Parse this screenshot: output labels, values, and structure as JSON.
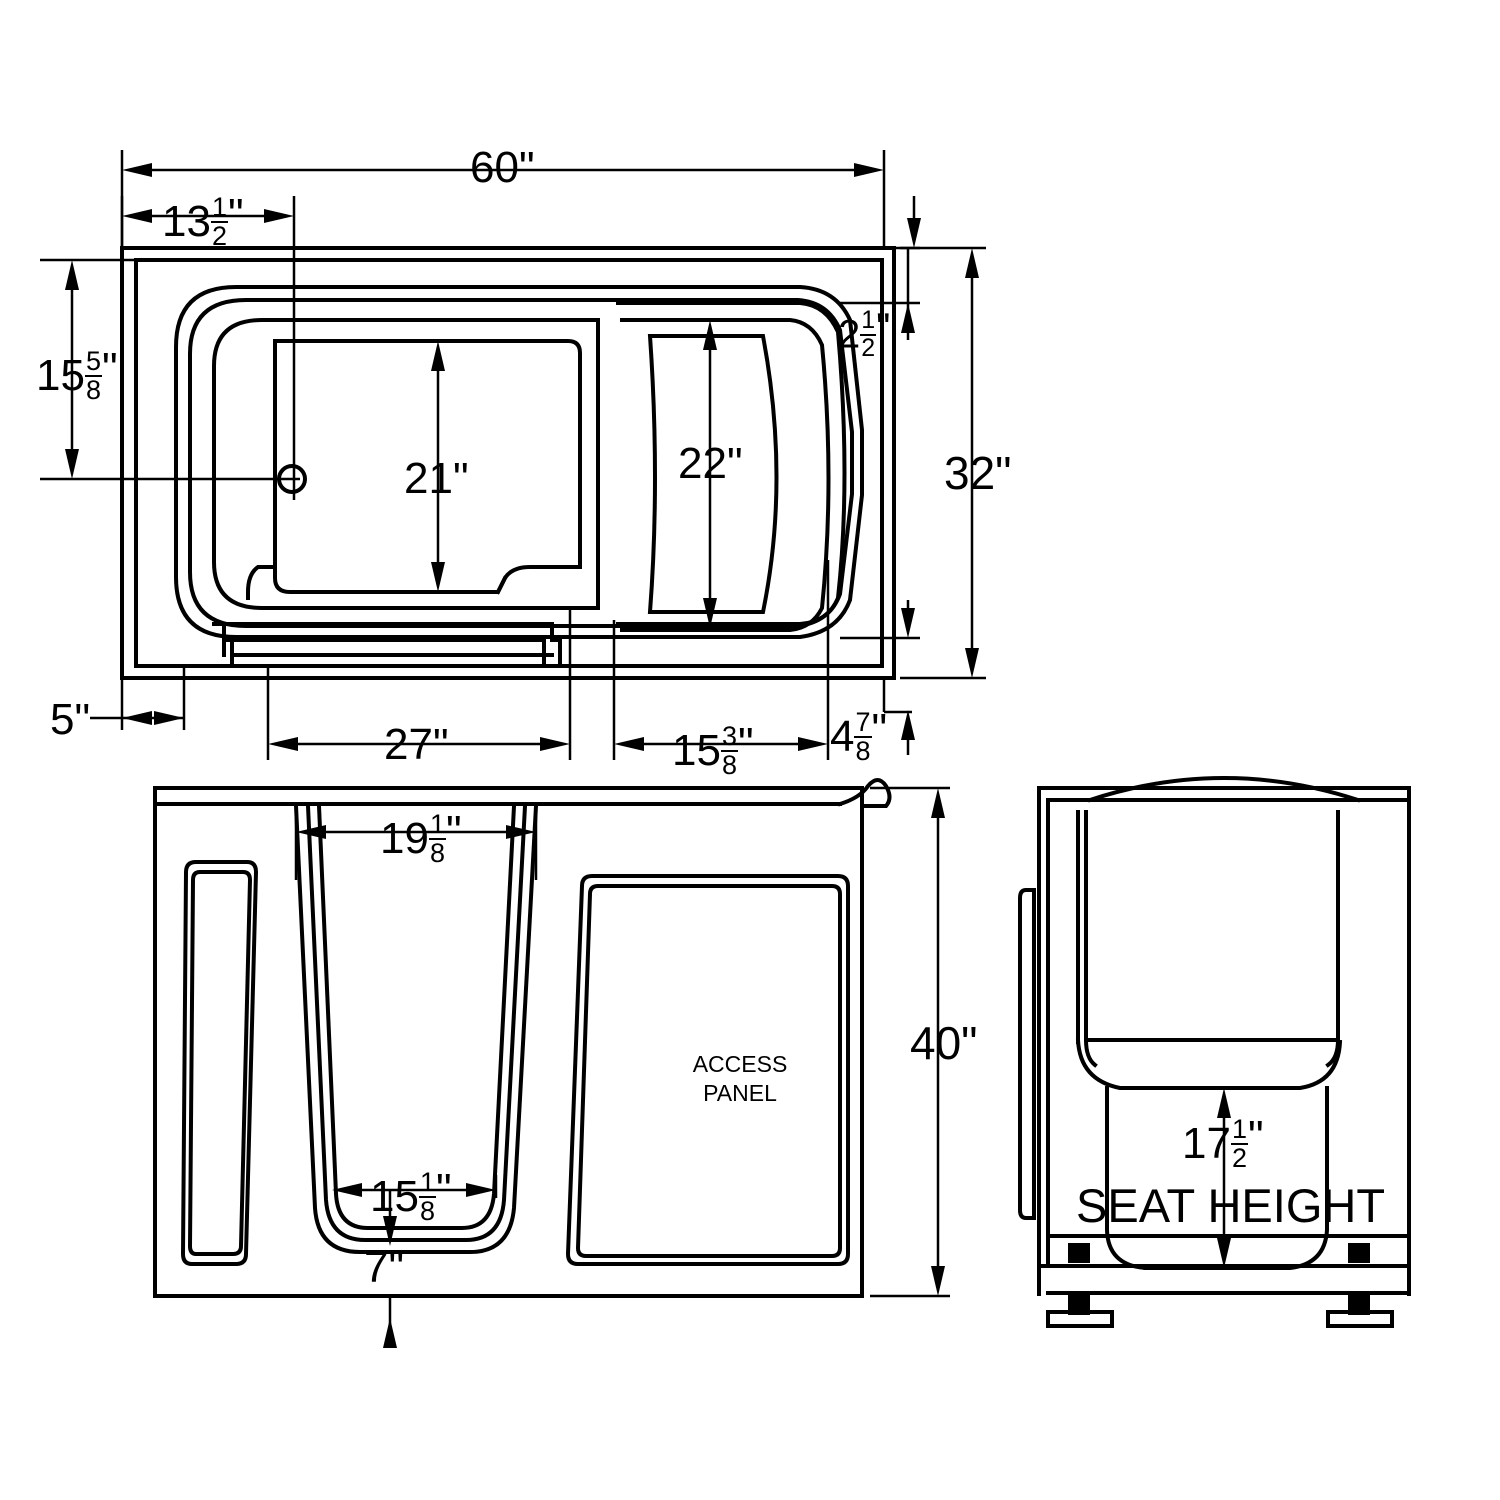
{
  "drawing": {
    "title": "Walk-in bathtub dimensional drawing",
    "units": "inches",
    "line_color": "#000000",
    "background_color": "#ffffff"
  },
  "views": {
    "top": {
      "name": "top-plan-view",
      "dimensions": {
        "overall_length": "60\"",
        "overall_width": "32\"",
        "seat_offset_left": "13",
        "seat_offset_left_frac_num": "1",
        "seat_offset_left_frac_den": "2",
        "left_wall_offset": "15",
        "left_wall_offset_frac_num": "5",
        "left_wall_offset_frac_den": "8",
        "interior_depth": "21\"",
        "door_width": "22\"",
        "rim_thickness": "2",
        "rim_thickness_frac_num": "1",
        "rim_thickness_frac_den": "2",
        "apron_offset": "5\"",
        "basin_length": "27\"",
        "door_length": "15",
        "door_length_frac_num": "3",
        "door_length_frac_den": "8",
        "end_offset": "4",
        "end_offset_frac_num": "7",
        "end_offset_frac_den": "8"
      }
    },
    "front": {
      "name": "front-elevation-view",
      "label_access_panel_line1": "ACCESS",
      "label_access_panel_line2": "PANEL",
      "dimensions": {
        "door_opening_top": "19",
        "door_opening_top_frac_num": "1",
        "door_opening_top_frac_den": "8",
        "door_opening_bottom": "15",
        "door_opening_bottom_frac_num": "1",
        "door_opening_bottom_frac_den": "8",
        "threshold_height": "7\"",
        "overall_height": "40\""
      }
    },
    "side": {
      "name": "side-elevation-view",
      "label_seat_height": "SEAT HEIGHT",
      "dimensions": {
        "seat_height": "17",
        "seat_height_frac_num": "1",
        "seat_height_frac_den": "2"
      }
    }
  }
}
